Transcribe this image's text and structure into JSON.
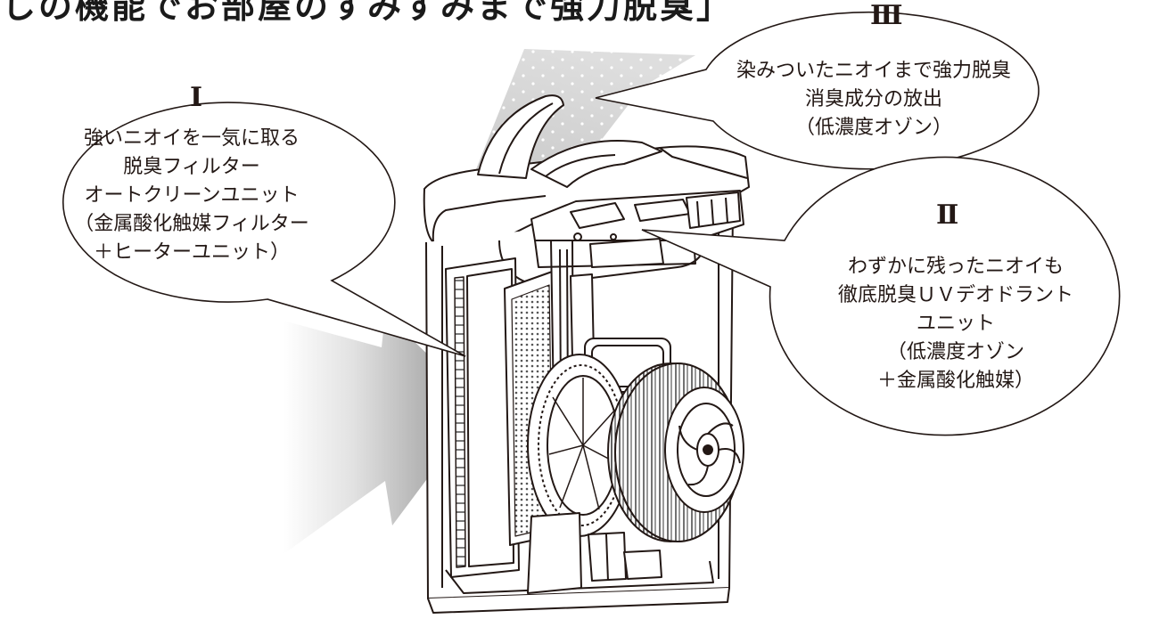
{
  "headline": "しの機能でお部屋のすみずみまで強力脱臭」",
  "callouts": [
    {
      "numeral": "Ⅰ",
      "lines": [
        "強いニオイを一気に取る",
        "脱臭フィルター",
        "オートクリーンユニット",
        "（金属酸化触媒フィルター",
        "＋ヒーターユニット）"
      ]
    },
    {
      "numeral": "Ⅱ",
      "lines": [
        "わずかに残ったニオイも",
        "徹底脱臭ＵＶデオドラント",
        "ユニット",
        "（低濃度オゾン",
        "＋金属酸化触媒）"
      ]
    },
    {
      "numeral": "Ⅲ",
      "lines": [
        "染みついたニオイまで強力脱臭",
        "消臭成分の放出",
        "（低濃度オゾン）"
      ]
    }
  ],
  "colors": {
    "line": "#231815",
    "airflow_arrow": "#8c8c8c",
    "dots": "#ffffff"
  }
}
